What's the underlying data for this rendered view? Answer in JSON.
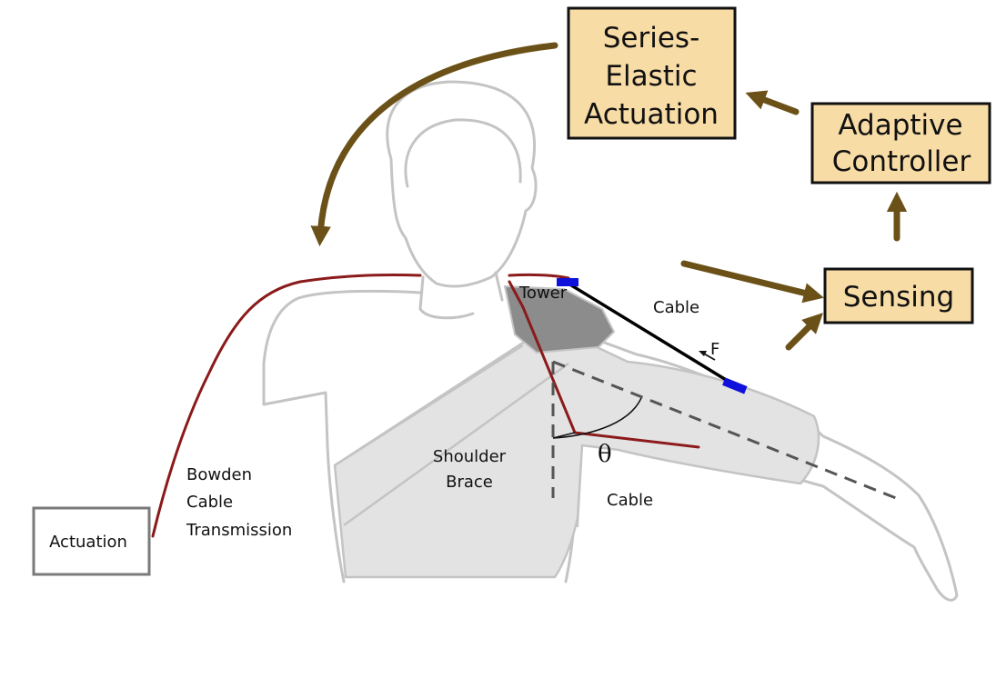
{
  "colors": {
    "box_fill": "#f8dca6",
    "box_border": "#111111",
    "arrow": "#6b5117",
    "bowden_cable": "#8b1a1a",
    "body_outline": "#c4c4c4",
    "brace_fill": "#e3e3e3",
    "tower_fill": "#8c8c8c",
    "anchor": "#1010dd",
    "actuation_border": "#7a7a7a"
  },
  "boxes": {
    "series_elastic": [
      "Series-",
      "Elastic",
      "Actuation"
    ],
    "adaptive_controller": [
      "Adaptive",
      "Controller"
    ],
    "sensing": "Sensing",
    "actuation": "Actuation"
  },
  "labels": {
    "tower": "Tower",
    "cable_upper": "Cable",
    "force": "F",
    "shoulder_brace": [
      "Shoulder",
      "Brace"
    ],
    "theta": "θ",
    "cable_lower": "Cable",
    "bowden": [
      "Bowden",
      "Cable",
      "Transmission"
    ]
  },
  "icons": {
    "feedback_arrow": "curved-arrow-icon",
    "force_arrow": "arrow-up-left-icon"
  }
}
